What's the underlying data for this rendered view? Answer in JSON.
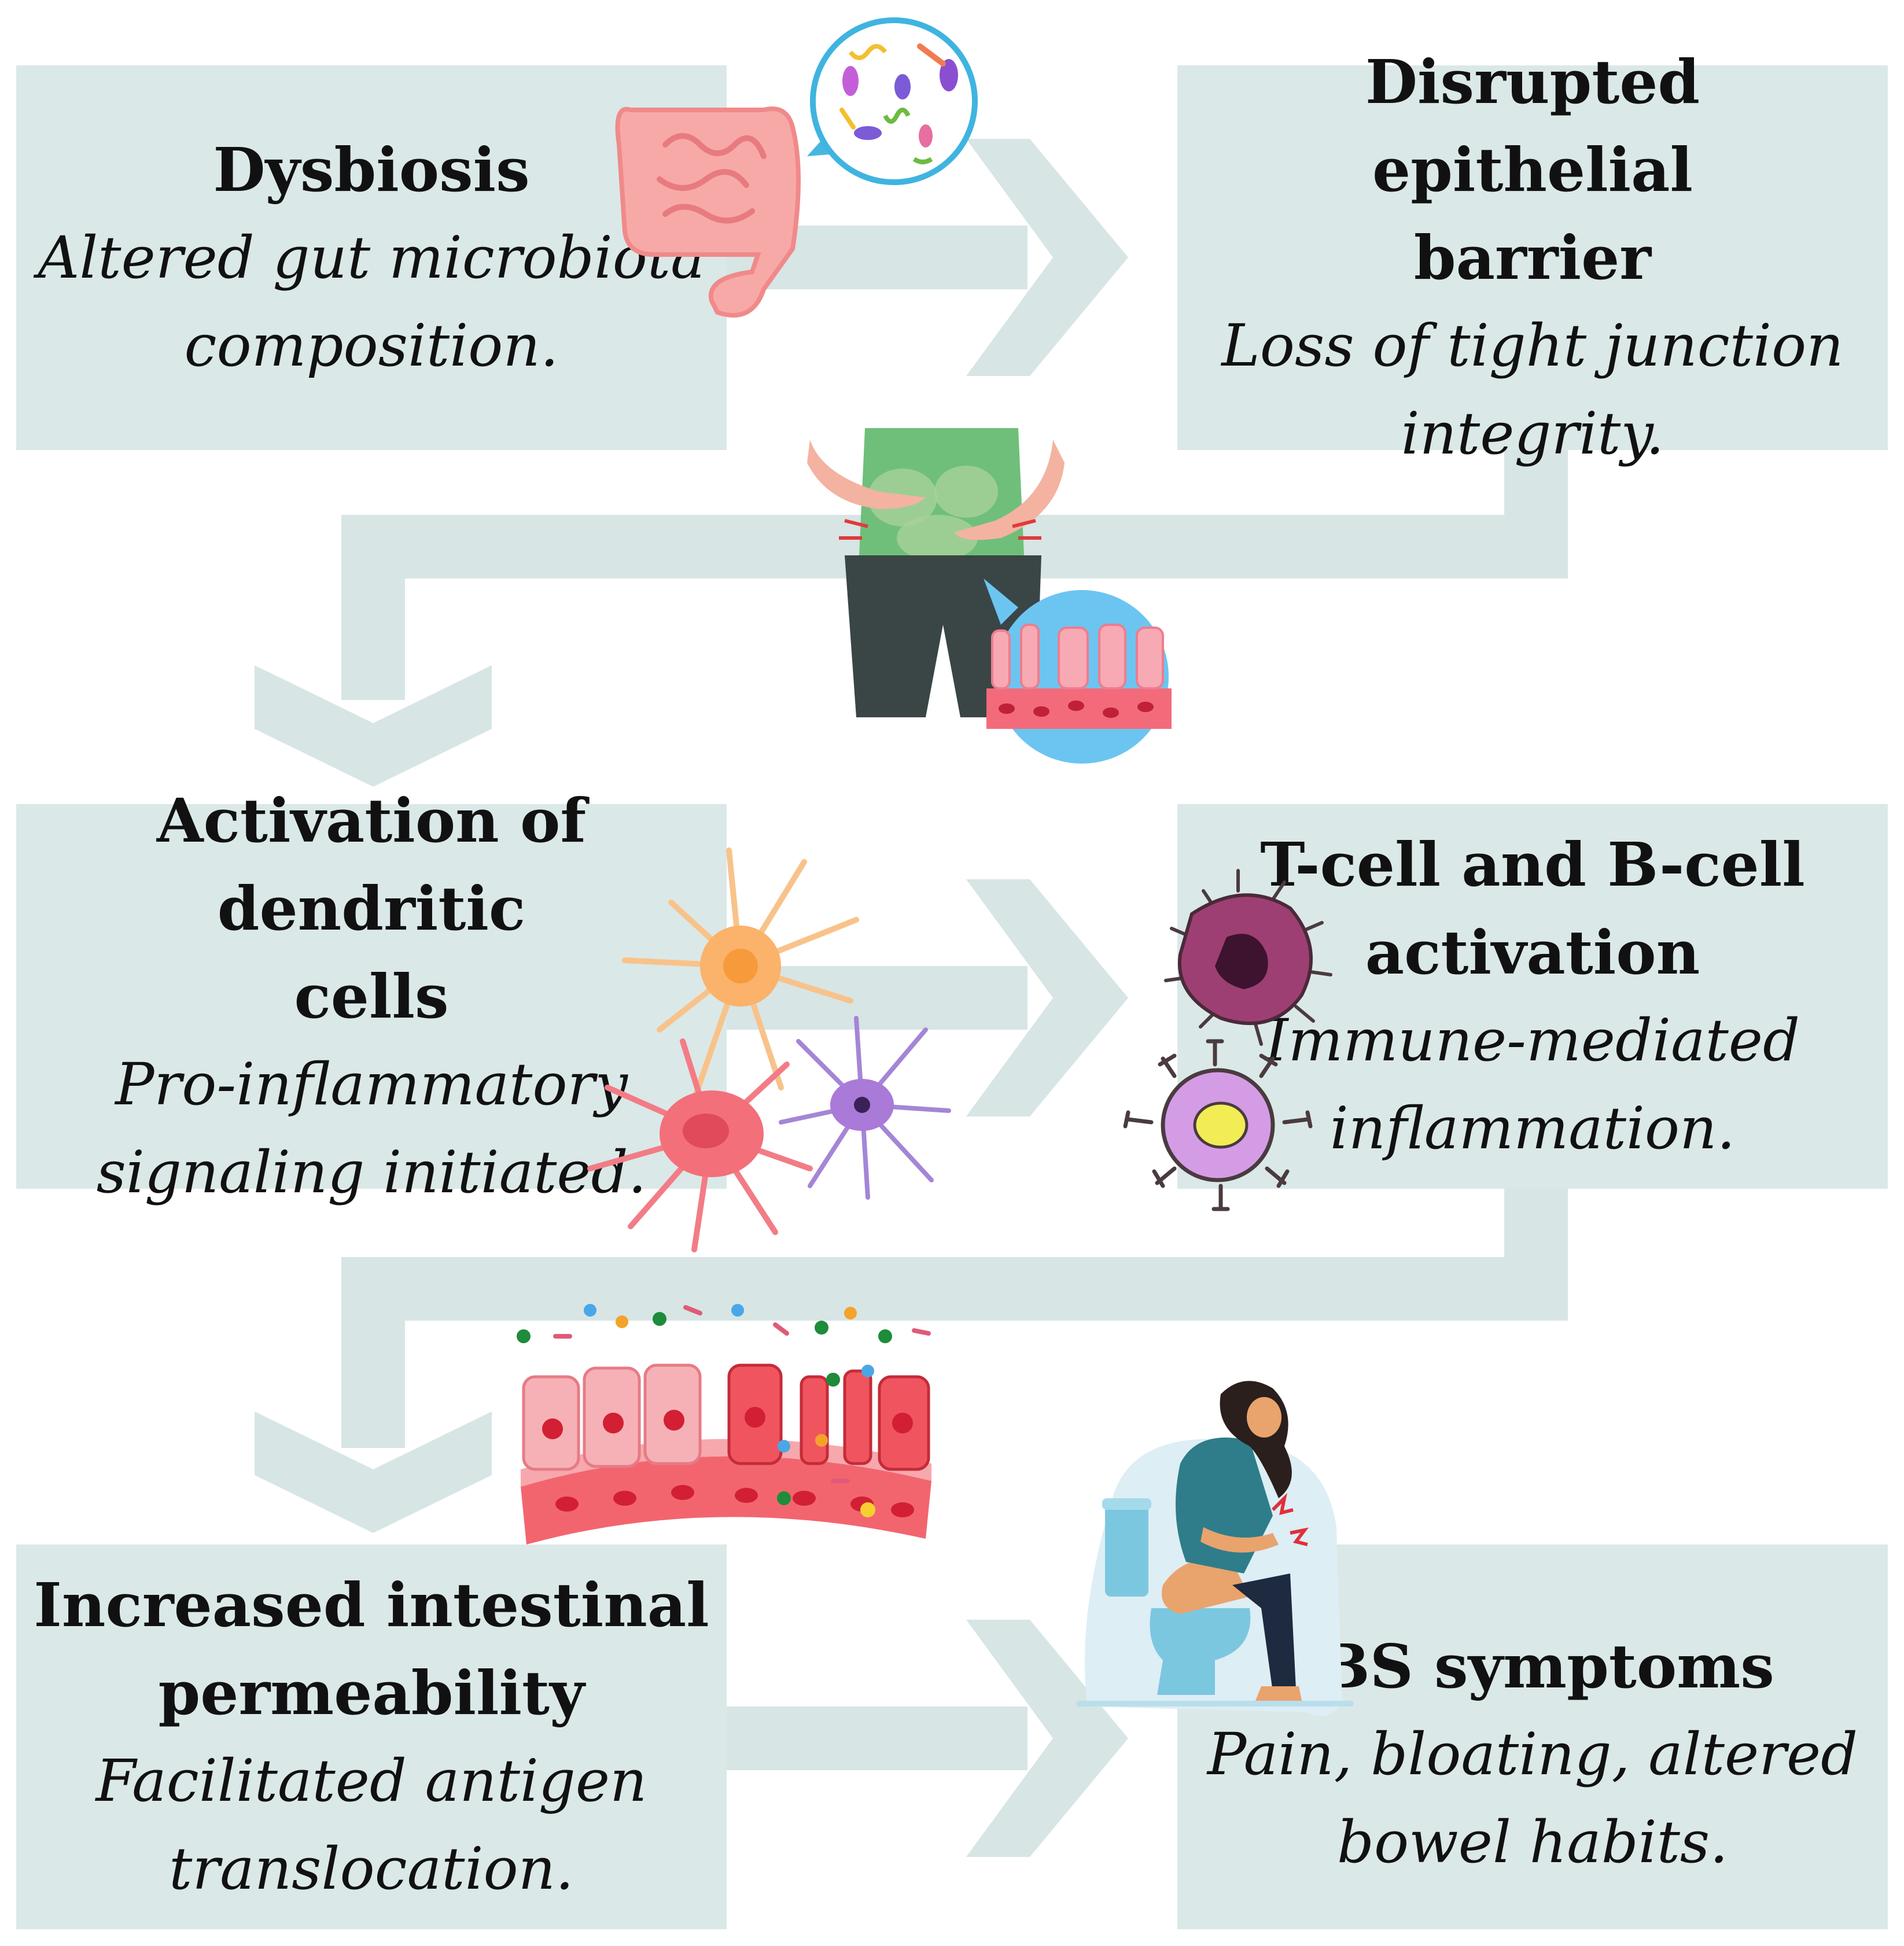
{
  "colors": {
    "box_fill": "#dbe8e8",
    "arrow_fill": "#d7e5e5",
    "text": "#111111"
  },
  "steps": [
    {
      "title": "Dysbiosis",
      "desc_lines": [
        "Altered gut microbiota",
        "composition."
      ]
    },
    {
      "title_lines": [
        "Disrupted epithelial",
        "barrier"
      ],
      "desc_lines": [
        "Loss of tight junction",
        "integrity."
      ]
    },
    {
      "title_lines": [
        "Activation of dendritic",
        "cells"
      ],
      "desc_lines": [
        "Pro-inflammatory",
        "signaling initiated."
      ]
    },
    {
      "title_lines": [
        "T-cell and B-cell",
        "activation"
      ],
      "desc_lines": [
        "Immune-mediated",
        "inflammation."
      ]
    },
    {
      "title_lines": [
        "Increased intestinal",
        "permeability"
      ],
      "desc_lines": [
        "Facilitated antigen",
        "translocation."
      ]
    },
    {
      "title": "IBS symptoms",
      "desc_lines": [
        "Pain, bloating, altered",
        "bowel habits."
      ]
    }
  ],
  "illustrations": [
    "intestine-icon",
    "bacteria-magnifier-icon",
    "abdomen-pain-figure-icon",
    "epithelium-closeup-icon",
    "dendritic-cells-icon",
    "immune-cells-icon",
    "leaky-gut-icon",
    "toilet-woman-icon"
  ]
}
